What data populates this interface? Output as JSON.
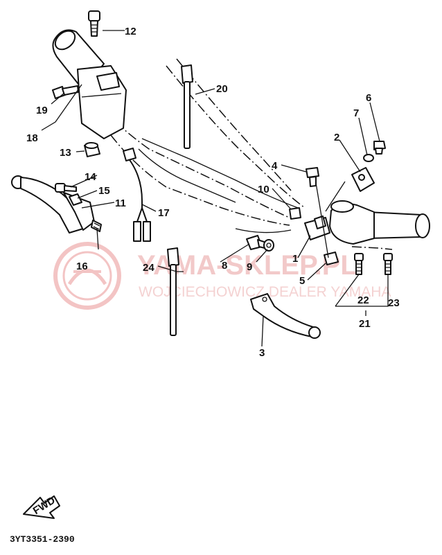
{
  "callouts": [
    {
      "id": "1",
      "text": "1"
    },
    {
      "id": "2",
      "text": "2"
    },
    {
      "id": "3",
      "text": "3"
    },
    {
      "id": "4",
      "text": "4"
    },
    {
      "id": "5",
      "text": "5"
    },
    {
      "id": "6",
      "text": "6"
    },
    {
      "id": "7",
      "text": "7"
    },
    {
      "id": "8",
      "text": "8"
    },
    {
      "id": "9",
      "text": "9"
    },
    {
      "id": "10",
      "text": "10"
    },
    {
      "id": "11",
      "text": "11"
    },
    {
      "id": "12",
      "text": "12"
    },
    {
      "id": "13",
      "text": "13"
    },
    {
      "id": "14",
      "text": "14"
    },
    {
      "id": "15",
      "text": "15"
    },
    {
      "id": "16",
      "text": "16"
    },
    {
      "id": "17",
      "text": "17"
    },
    {
      "id": "18",
      "text": "18"
    },
    {
      "id": "19",
      "text": "19"
    },
    {
      "id": "20",
      "text": "20"
    },
    {
      "id": "21",
      "text": "21"
    },
    {
      "id": "22",
      "text": "22"
    },
    {
      "id": "23",
      "text": "23"
    },
    {
      "id": "24",
      "text": "24"
    }
  ],
  "watermark": {
    "line1": "YAMA-SKLEP.PL",
    "line2": "WOJCIECHOWICZ DEALER YAMAHA"
  },
  "fwd_arrow": {
    "text": "FWD"
  },
  "diagram_code": "3YT3351-2390"
}
